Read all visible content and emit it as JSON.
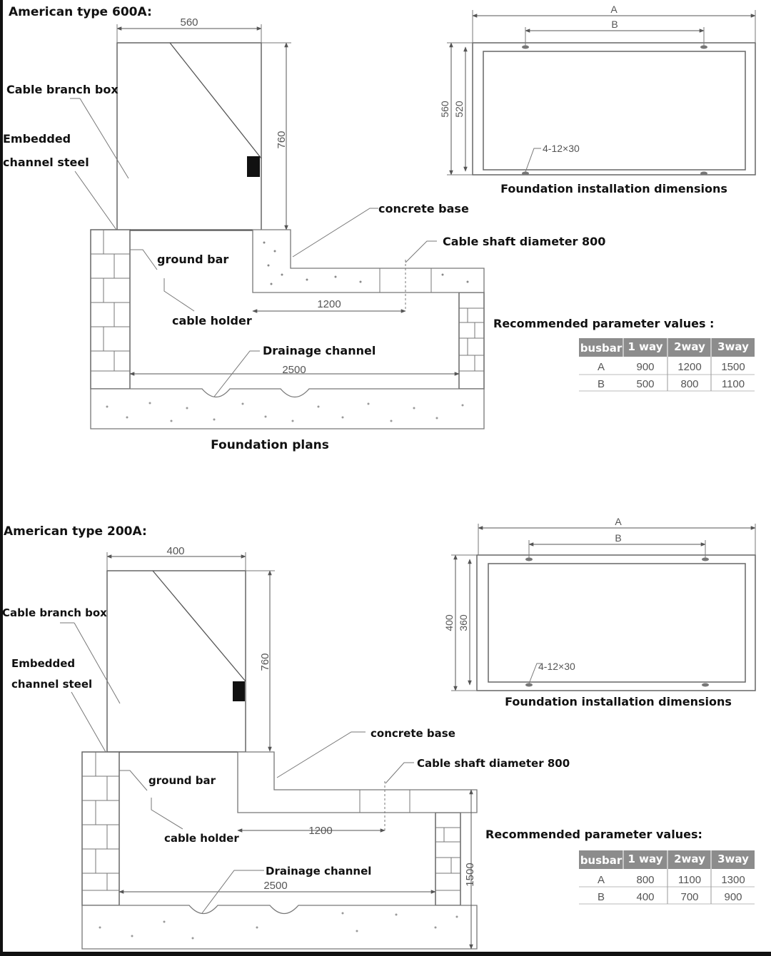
{
  "top": {
    "heading": "American type 600A:",
    "labels": {
      "cable_branch_box": "Cable branch box",
      "embedded_1": "Embedded",
      "embedded_2": "channel steel",
      "ground_bar": "ground bar",
      "cable_holder": "cable holder",
      "concrete_base": "concrete base",
      "cable_shaft": "Cable shaft diameter 800",
      "drainage": "Drainage channel",
      "foundation_plans": "Foundation plans",
      "foundation_install": "Foundation installation dimensions",
      "recommended": "Recommended parameter values :"
    },
    "dims": {
      "width": "560",
      "height": "760",
      "shaft": "1200",
      "base": "2500",
      "plan_a": "A",
      "plan_b": "B",
      "plan_outer": "560",
      "plan_inner": "520",
      "hole": "4-12×30"
    },
    "table": {
      "headers": [
        "busbar",
        "1 way",
        "2way",
        "3way"
      ],
      "rows": [
        [
          "A",
          "900",
          "1200",
          "1500"
        ],
        [
          "B",
          "500",
          "800",
          "1100"
        ]
      ]
    }
  },
  "bottom": {
    "heading": "American type 200A:",
    "labels": {
      "cable_branch_box": "Cable branch box",
      "embedded_1": "Embedded",
      "embedded_2": "channel steel",
      "ground_bar": "ground bar",
      "cable_holder": "cable holder",
      "concrete_base": "concrete base",
      "cable_shaft": "Cable shaft diameter 800",
      "drainage": "Drainage channel",
      "foundation_install": "Foundation installation dimensions",
      "recommended": "Recommended parameter values:"
    },
    "dims": {
      "width": "400",
      "height": "760",
      "shaft": "1200",
      "base": "2500",
      "depth": "1500",
      "plan_a": "A",
      "plan_b": "B",
      "plan_outer": "400",
      "plan_inner": "360",
      "hole": "4-12×30"
    },
    "table": {
      "headers": [
        "busbar",
        "1 way",
        "2way",
        "3way"
      ],
      "rows": [
        [
          "A",
          "800",
          "1100",
          "1300"
        ],
        [
          "B",
          "400",
          "700",
          "900"
        ]
      ]
    }
  }
}
